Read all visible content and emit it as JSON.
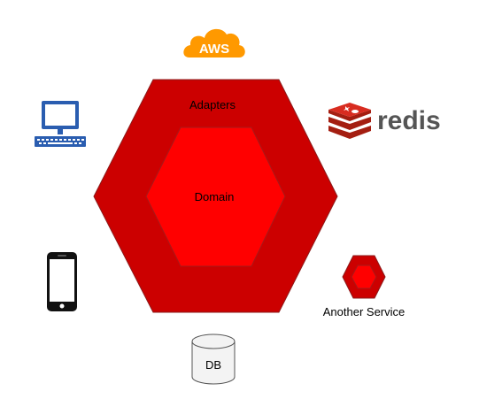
{
  "diagram": {
    "outer_hexagon": {
      "label": "Adapters",
      "fill": "#cc0000",
      "stroke": "#8b1a1a"
    },
    "inner_hexagon": {
      "label": "Domain",
      "fill": "#ff0000",
      "stroke": "#a51a1a"
    }
  },
  "nodes": {
    "aws": {
      "label": "AWS",
      "color": "#ff9900",
      "icon": "aws-cloud-icon"
    },
    "desktop": {
      "icon": "desktop-computer-icon",
      "color": "#2a5db0"
    },
    "redis": {
      "label": "redis",
      "color": "#d82c20",
      "text_color": "#555555",
      "icon": "redis-logo-icon"
    },
    "phone": {
      "icon": "smartphone-icon"
    },
    "another_service": {
      "label": "Another Service",
      "icon": "hexagon-service-icon",
      "fill": "#cc0000"
    },
    "db": {
      "label": "DB",
      "icon": "database-cylinder-icon",
      "fill": "#f3f3f3"
    }
  }
}
